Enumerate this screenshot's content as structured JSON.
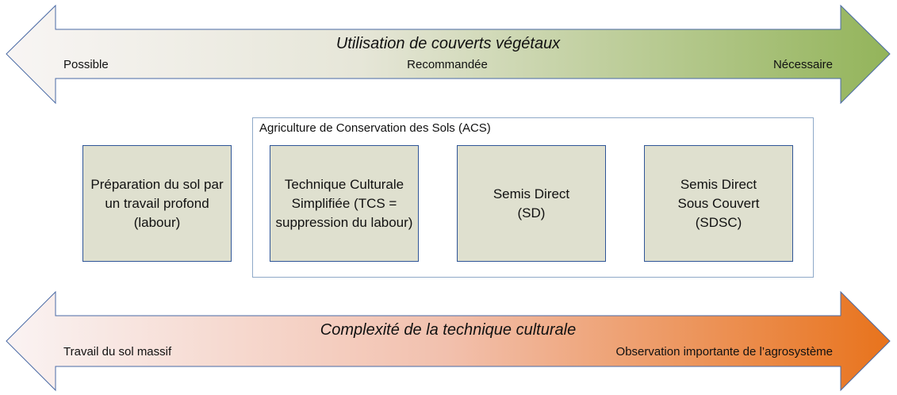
{
  "top_arrow": {
    "title": "Utilisation de couverts végétaux",
    "left": "Possible",
    "middle": "Recommandée",
    "right": "Nécessaire",
    "color_start": "#f8f5f4",
    "color_end": "#93b45a"
  },
  "bottom_arrow": {
    "title": "Complexité de la technique culturale",
    "left": "Travail du sol massif",
    "right": "Observation importante de l’agrosystème",
    "color_start": "#faf3f3",
    "color_end": "#e8731c"
  },
  "group": {
    "label": "Agriculture de Conservation des Sols (ACS)"
  },
  "boxes": [
    {
      "text": "Préparation du sol par un travail profond (labour)"
    },
    {
      "text": "Technique Culturale Simplifiée (TCS = suppression du labour)"
    },
    {
      "text": "Semis Direct (SD)"
    },
    {
      "text": "Semis Direct Sous Couvert (SDSC)"
    }
  ]
}
